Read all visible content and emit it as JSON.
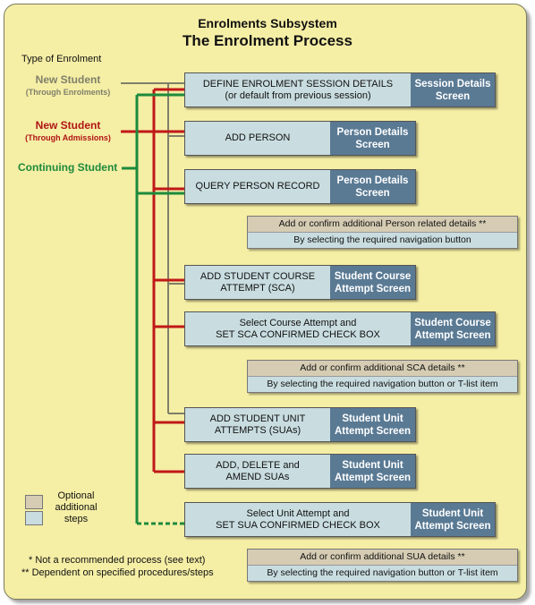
{
  "header": {
    "subtitle": "Enrolments Subsystem",
    "title": "The Enrolment Process"
  },
  "enrolment_types": {
    "heading": "Type of Enrolment",
    "new_enrolments": {
      "name": "New Student",
      "sub": "(Through Enrolments)",
      "color": "#7f7f6a"
    },
    "new_admissions": {
      "name": "New Student",
      "sub": "(Through Admissions)",
      "color": "#b01515"
    },
    "continuing": {
      "name": "Continuing Student",
      "color": "#1d8a3c"
    }
  },
  "steps": [
    {
      "text": "DEFINE ENROLMENT SESSION DETAILS\n(or default from previous session)",
      "screen": "Session Details\nScreen"
    },
    {
      "text": "ADD PERSON",
      "screen": "Person Details\nScreen"
    },
    {
      "text": "QUERY PERSON RECORD",
      "screen": "Person Details\nScreen"
    },
    {
      "text": "ADD STUDENT COURSE\nATTEMPT (SCA)",
      "screen": "Student Course\nAttempt Screen"
    },
    {
      "text": "Select Course Attempt and\nSET SCA CONFIRMED CHECK BOX",
      "screen": "Student Course\nAttempt Screen"
    },
    {
      "text": "ADD STUDENT UNIT\nATTEMPTS (SUAs)",
      "screen": "Student Unit\nAttempt Screen"
    },
    {
      "text": "ADD, DELETE and\nAMEND SUAs",
      "screen": "Student Unit\nAttempt Screen"
    },
    {
      "text": "Select Unit Attempt and\nSET SUA CONFIRMED CHECK BOX",
      "screen": "Student Unit\nAttempt Screen"
    }
  ],
  "optional_steps": [
    {
      "top": "Add or confirm additional Person related details **",
      "bottom": "By selecting the required navigation button"
    },
    {
      "top": "Add or confirm additional SCA details **",
      "bottom": "By selecting the required navigation button or T-list item"
    },
    {
      "top": "Add or confirm additional SUA details **",
      "bottom": "By selecting the required navigation button or T-list item"
    }
  ],
  "legend": {
    "label": "Optional\nadditional\nsteps",
    "colors": {
      "optional": "#d5ccb3",
      "step": "#c9dde0"
    }
  },
  "footnotes": {
    "note1": "* Not a recommended process (see text)",
    "note2": "** Dependent on specified procedures/steps"
  },
  "colors": {
    "background": "#f5eea5",
    "screen": "#5a7a94",
    "gray_line": "#7f7f6a",
    "red_line": "#c01818",
    "green_line": "#1d8a3c"
  }
}
